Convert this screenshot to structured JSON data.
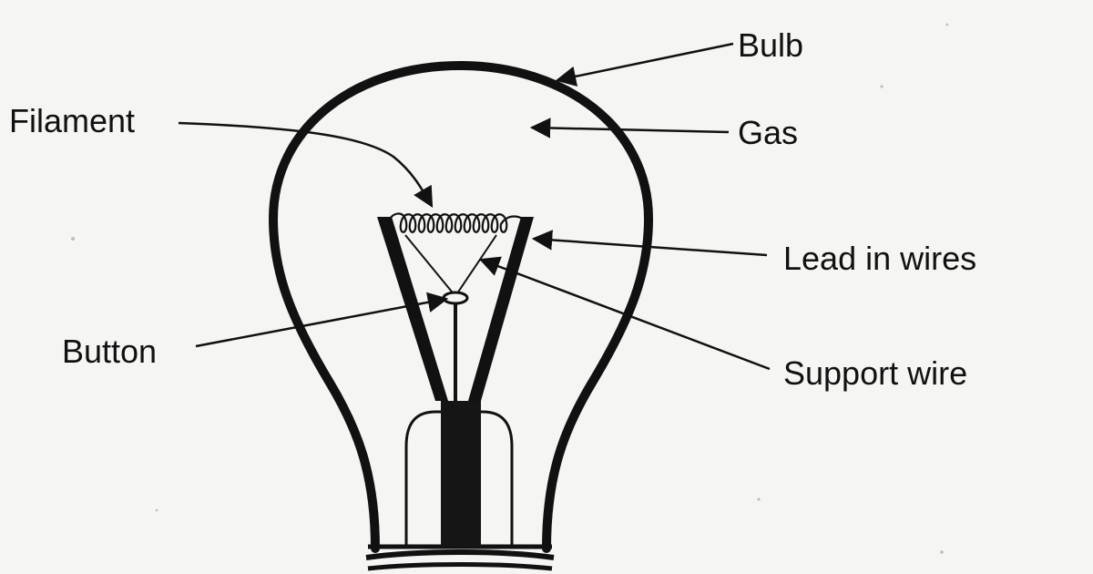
{
  "diagram": {
    "labels": {
      "bulb": "Bulb",
      "gas": "Gas",
      "filament": "Filament",
      "lead_in_wires": "Lead in wires",
      "button": "Button",
      "support_wire": "Support wire"
    },
    "colors": {
      "ink": "#111111",
      "paper": "#f5f5f3"
    }
  }
}
